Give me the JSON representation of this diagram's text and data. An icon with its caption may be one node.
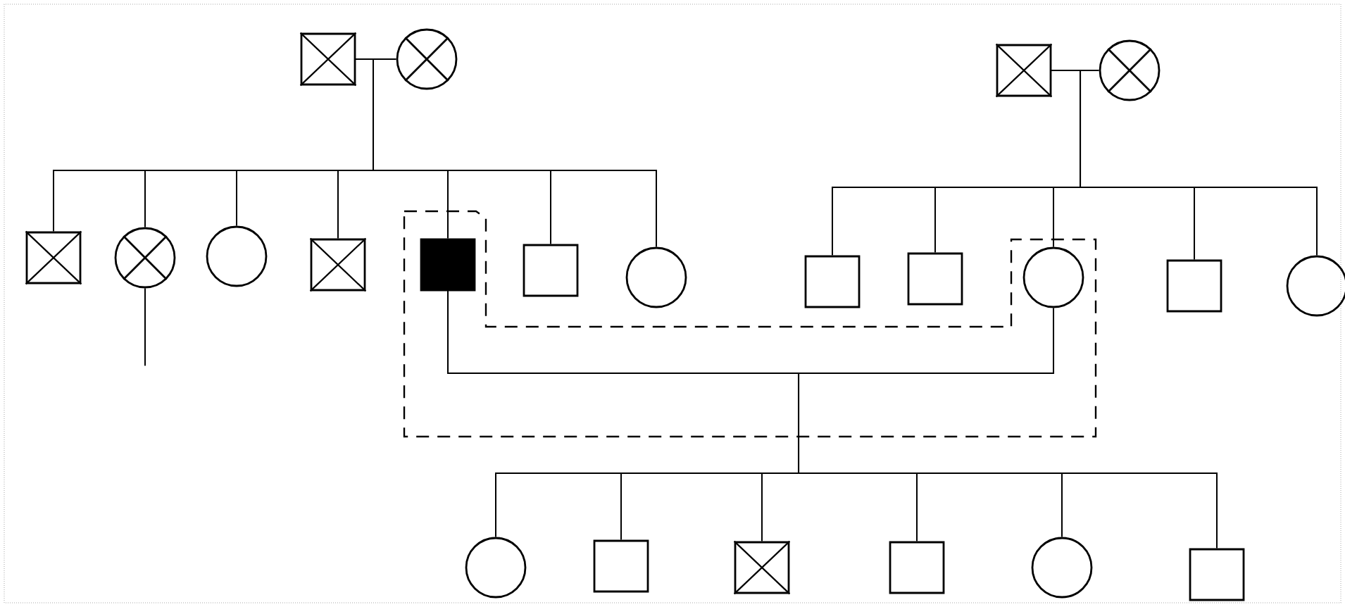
{
  "diagram": {
    "nodes": [
      {
        "text": [],
        "shape": "crossed-box"
      },
      {
        "text": [],
        "shape": "crossed-circle"
      },
      {
        "text": [],
        "shape": "crossed-box"
      },
      {
        "text": [],
        "shape": "crossed-circle"
      },
      {
        "text": [],
        "shape": "crossed-box"
      },
      {
        "text": [],
        "shape": "crossed-circle"
      },
      {
        "text": [],
        "shape": "circle"
      },
      {
        "text": [],
        "shape": "crossed-box"
      },
      {
        "text": [],
        "shape": "filled-box"
      },
      {
        "text": [],
        "shape": "box"
      },
      {
        "text": [],
        "shape": "circle"
      },
      {
        "text": [],
        "shape": "box"
      },
      {
        "text": [],
        "shape": "box"
      },
      {
        "text": [],
        "shape": "circle"
      },
      {
        "text": [],
        "shape": "box"
      },
      {
        "text": [],
        "shape": "circle"
      },
      {
        "text": [],
        "shape": "circle"
      },
      {
        "text": [],
        "shape": "box"
      },
      {
        "text": [],
        "shape": "crossed-box"
      },
      {
        "text": [],
        "shape": "box"
      },
      {
        "text": [],
        "shape": "circle"
      },
      {
        "text": [],
        "shape": "box"
      }
    ],
    "edges": [
      {
        "from": 0,
        "to": 1,
        "arrow": "none"
      },
      {
        "from": 0,
        "to": 4,
        "arrow": "none"
      },
      {
        "from": 0,
        "to": 5,
        "arrow": "none"
      },
      {
        "from": 0,
        "to": 6,
        "arrow": "none"
      },
      {
        "from": 0,
        "to": 7,
        "arrow": "none"
      },
      {
        "from": 0,
        "to": 8,
        "arrow": "none"
      },
      {
        "from": 0,
        "to": 9,
        "arrow": "none"
      },
      {
        "from": 0,
        "to": 10,
        "arrow": "none"
      },
      {
        "from": 2,
        "to": 3,
        "arrow": "none"
      },
      {
        "from": 2,
        "to": 11,
        "arrow": "none"
      },
      {
        "from": 2,
        "to": 12,
        "arrow": "none"
      },
      {
        "from": 2,
        "to": 13,
        "arrow": "none"
      },
      {
        "from": 2,
        "to": 14,
        "arrow": "none"
      },
      {
        "from": 2,
        "to": 15,
        "arrow": "none"
      },
      {
        "from": 8,
        "to": 13,
        "arrow": "none"
      },
      {
        "from": 8,
        "to": 16,
        "arrow": "none"
      },
      {
        "from": 8,
        "to": 17,
        "arrow": "none"
      },
      {
        "from": 8,
        "to": 18,
        "arrow": "none"
      },
      {
        "from": 8,
        "to": 19,
        "arrow": "none"
      },
      {
        "from": 8,
        "to": 20,
        "arrow": "none"
      },
      {
        "from": 8,
        "to": 21,
        "arrow": "none"
      },
      {
        "from": 5,
        "to": null,
        "arrow": "none"
      }
    ]
  }
}
